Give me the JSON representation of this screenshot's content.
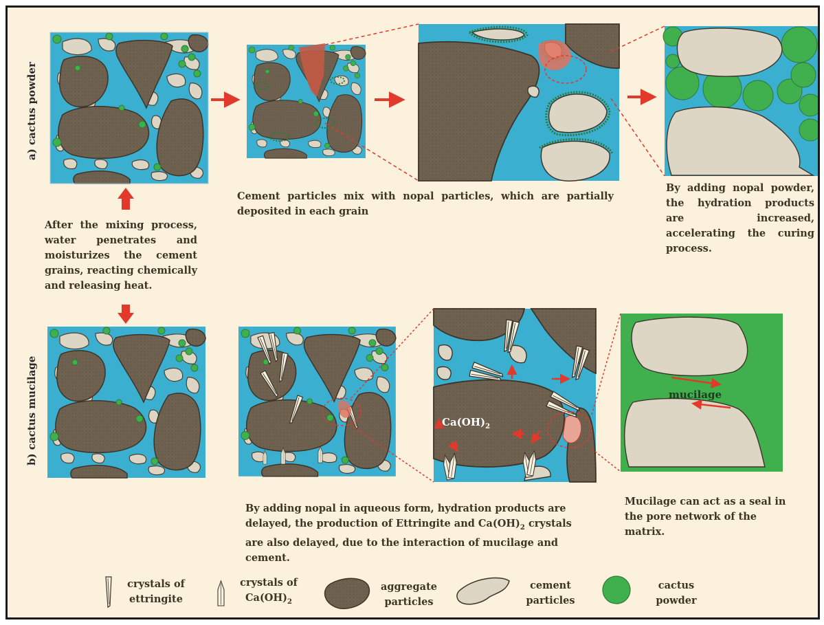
{
  "rows": {
    "a_label": "a) cactus powder",
    "b_label": "b) cactus mucilage"
  },
  "captions": {
    "mixing": "After the mixing process, water penetrates and moisturizes the cement grains, reacting chemically and releasing heat.",
    "cement_mix": "Cement particles mix with nopal particles, which are partially deposited in each grain",
    "nopal_powder": "By adding nopal powder, the hydration products are increased, accelerating the curing process.",
    "aqueous_line1": "By adding nopal in aqueous form, hydration products are",
    "aqueous_line2_a": "delayed, the production of Ettringite and Ca(OH)",
    "aqueous_line2_sub": "2",
    "aqueous_line2_b": " crystals",
    "aqueous_line3": "are also delayed, due to the interaction of mucilage and",
    "aqueous_line4": "cement.",
    "mucilage_seal": "Mucilage can act as a seal in the pore network of the matrix."
  },
  "labels": {
    "caoh2_main": "Ca(OH)",
    "caoh2_sub": "2",
    "mucilage": "mucilage"
  },
  "legend": {
    "ettringite_l1": "crystals of",
    "ettringite_l2": "ettringite",
    "caoh_l1": "crystals of",
    "caoh_l2_main": "Ca(OH)",
    "caoh_l2_sub": "2",
    "aggregate_l1": "aggregate",
    "aggregate_l2": "particles",
    "cement_l1": "cement",
    "cement_l2": "particles",
    "cactus_l1": "cactus",
    "cactus_l2": "powder"
  },
  "colors": {
    "background": "#fbf1dc",
    "water": "#3aafd0",
    "aggregate": "#6f6150",
    "cement": "#ddd6c4",
    "cactus": "#40b04e",
    "arrow": "#e2392a",
    "text": "#3c3524"
  }
}
